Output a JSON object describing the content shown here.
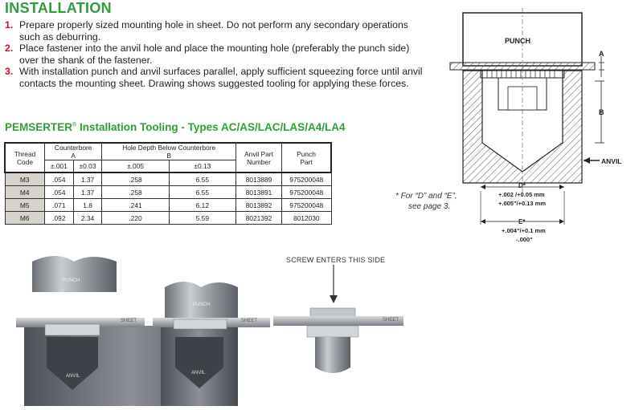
{
  "heading": "INSTALLATION",
  "steps": [
    {
      "num": "1.",
      "text": "Prepare properly sized mounting hole in sheet. Do not perform any secondary operations such as deburring."
    },
    {
      "num": "2.",
      "text": "Place fastener into the anvil hole and place the mounting hole (preferably the punch side) over the shank of the fastener."
    },
    {
      "num": "3.",
      "text": "With installation punch and anvil surfaces parallel, apply sufficient squeezing force until anvil contacts the mounting sheet. Drawing shows suggested tooling for applying these forces."
    }
  ],
  "tooling": {
    "title_prefix": "PEMSERTER",
    "title_mark": "®",
    "title_suffix": " Installation Tooling - Types AC/AS/LAC/LAS/A4/LA4"
  },
  "table": {
    "head": {
      "thread": "Thread",
      "code": "Code",
      "counterbore": "Counterbore",
      "counterbore_letter": "A",
      "hole_depth": "Hole Depth Below Counterbore",
      "hole_depth_letter": "B",
      "anvil_part": "Anvil Part",
      "anvil_number": "Number",
      "punch": "Punch",
      "punch_part": "Part",
      "tol_a1": "±.001",
      "tol_a2": "±0.03",
      "tol_b1": "±.005",
      "tol_b2": "±0.13"
    },
    "rows": [
      {
        "code": "M3",
        "a_in": ".054",
        "a_mm": "1.37",
        "b_in": ".258",
        "b_mm": "6.55",
        "anvil": "8013889",
        "punch": "975200048"
      },
      {
        "code": "M4",
        "a_in": ".054",
        "a_mm": "1.37",
        "b_in": ".258",
        "b_mm": "6.55",
        "anvil": "8013891",
        "punch": "975200048"
      },
      {
        "code": "M5",
        "a_in": ".071",
        "a_mm": "1.8",
        "b_in": ".241",
        "b_mm": "6.12",
        "anvil": "8013892",
        "punch": "975200048"
      },
      {
        "code": "M6",
        "a_in": ".092",
        "a_mm": "2.34",
        "b_in": ".220",
        "b_mm": "5.59",
        "anvil": "8021392",
        "punch": "8012030"
      }
    ]
  },
  "note": {
    "line1": "* For “D” and “E”,",
    "line2": "see page 3."
  },
  "diagram": {
    "punch": "PUNCH",
    "a": "A",
    "b": "B",
    "anvil": "ANVIL",
    "d": "D*",
    "d_tol1": "+.002 /+0.05 mm",
    "d_tol2": "+.005\"/+0.13 mm",
    "e": "E*",
    "e_tol1": "+.004\"/+0.1 mm",
    "e_tol2": "-.000\""
  },
  "photos": {
    "punch": "PUNCH",
    "anvil": "ANVIL",
    "sheet": "SHEET",
    "screw_side": "SCREW ENTERS THIS SIDE"
  },
  "colors": {
    "heading_green": "#2e9e3a",
    "step_red": "#c8102e",
    "code_cell": "#d7d2cc"
  }
}
